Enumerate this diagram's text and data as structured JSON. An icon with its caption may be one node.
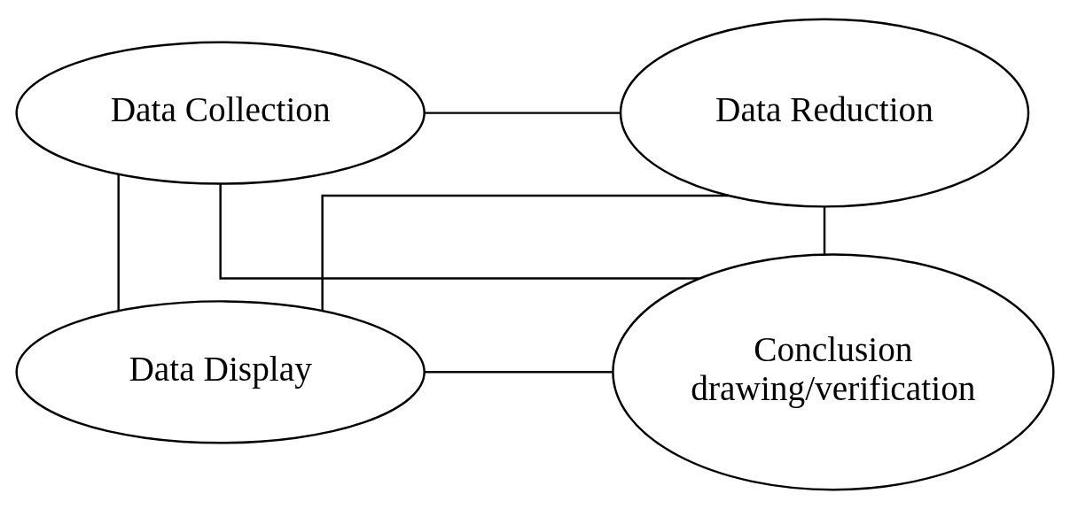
{
  "diagram": {
    "nodes": [
      {
        "text": [
          "Data Collection"
        ]
      },
      {
        "text": [
          "Data Display"
        ]
      },
      {
        "text": [
          "Data Reduction"
        ]
      },
      {
        "text": [
          "Conclusion drawing/verification"
        ]
      }
    ],
    "edges": [
      {
        "from": 0,
        "to": 1,
        "arrow": "none"
      },
      {
        "from": 0,
        "to": 2,
        "arrow": "none"
      },
      {
        "from": 0,
        "to": 3,
        "arrow": "none"
      },
      {
        "from": 2,
        "to": 1,
        "arrow": "none"
      },
      {
        "from": 2,
        "to": 3,
        "arrow": "none"
      },
      {
        "from": 1,
        "to": 3,
        "arrow": "none"
      }
    ]
  }
}
